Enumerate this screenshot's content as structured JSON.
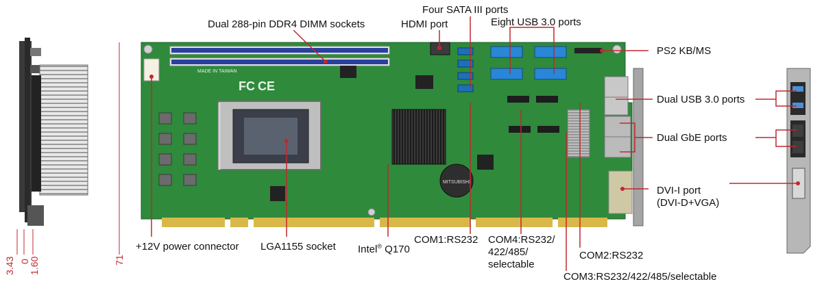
{
  "labels": {
    "ddr4": "Dual 288-pin DDR4 DIMM sockets",
    "hdmi": "HDMI port",
    "sata": "Four SATA III ports",
    "usb8": "Eight USB 3.0 ports",
    "ps2": "PS2 KB/MS",
    "usb2": "Dual USB 3.0 ports",
    "gbe": "Dual GbE ports",
    "dvi_line1": "DVI-I port",
    "dvi_line2": "(DVI-D+VGA)",
    "power": "+12V power connector",
    "lga": "LGA1155 socket",
    "intel_name": "Intel",
    "intel_reg": "®",
    "intel_model": "Q170",
    "com1": "COM1:RS232",
    "com4_line1": "COM4:RS232/",
    "com4_line2": "422/485/",
    "com4_line3": "selectable",
    "com2": "COM2:RS232",
    "com3": "COM3:RS232/422/485/selectable"
  },
  "dimensions": {
    "d1": "3.43",
    "d2": "0",
    "d3": "1.60",
    "d4": "71"
  },
  "board_print": {
    "made_in": "MADE IN TAIWAN",
    "fcc": "FC",
    "ce": "CE",
    "battery": "MITSUBISHI"
  },
  "colors": {
    "callout_line": "#c1272d",
    "pcb": "#2f8a3c",
    "dimm_slot": "#2b3f9e",
    "sata_port": "#1f6fb8"
  }
}
